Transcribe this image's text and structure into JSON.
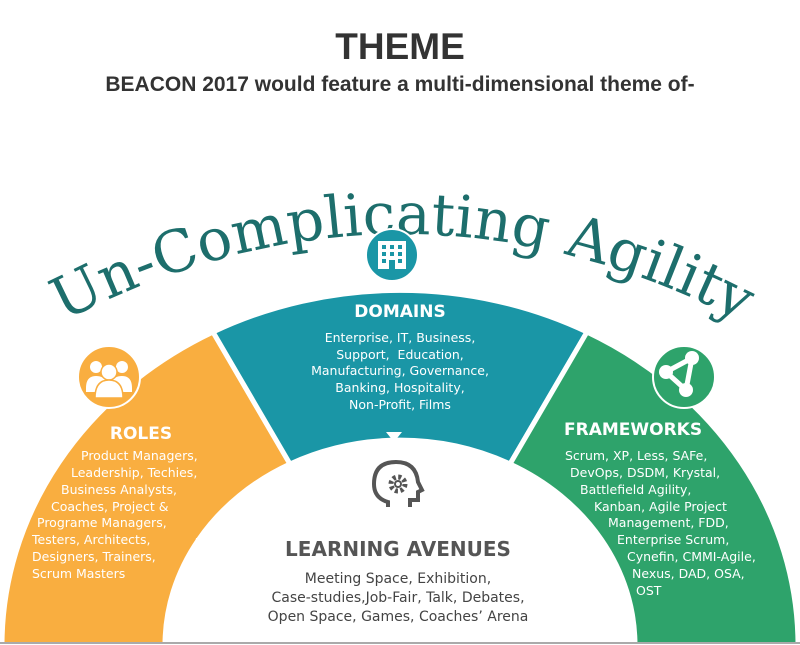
{
  "header": {
    "title": "THEME",
    "subtitle": "BEACON 2017 would feature a multi-dimensional theme of-"
  },
  "theme_arc_text": "Un-Complicating Agility",
  "domains": {
    "title": "DOMAINS",
    "lines": [
      "Enterprise, IT, Business,",
      "Support,  Education,",
      "Manufacturing, Governance,",
      "Banking, Hospitality,",
      "Non-Profit, Films"
    ],
    "icon": "building-icon",
    "color": "#1a96a6"
  },
  "roles": {
    "title": "ROLES",
    "lines": [
      "Product Managers,",
      "Leadership, Techies,",
      "Business Analysts,",
      "Coaches, Project &",
      "Programe Managers,",
      "Testers, Architects,",
      "Designers, Trainers,",
      "Scrum Masters"
    ],
    "icon": "people-group-icon",
    "color": "#f9ae40"
  },
  "frameworks": {
    "title": "FRAMEWORKS",
    "lines": [
      "Scrum, XP, Less, SAFe,",
      "DevOps, DSDM, Krystal,",
      "Battlefield Agility,",
      "Kanban, Agile Project",
      "Management, FDD,",
      "Enterprise Scrum,",
      "Cynefin, CMMI-Agile,",
      "Nexus, DAD, OSA,",
      "OST"
    ],
    "icon": "network-nodes-icon",
    "color": "#2ea36b"
  },
  "learning": {
    "title": "LEARNING AVENUES",
    "lines": [
      "Meeting Space, Exhibition,",
      "Case-studies,Job-Fair, Talk, Debates,",
      "Open Space, Games, Coaches’ Arena"
    ],
    "icon": "head-gear-icon"
  }
}
